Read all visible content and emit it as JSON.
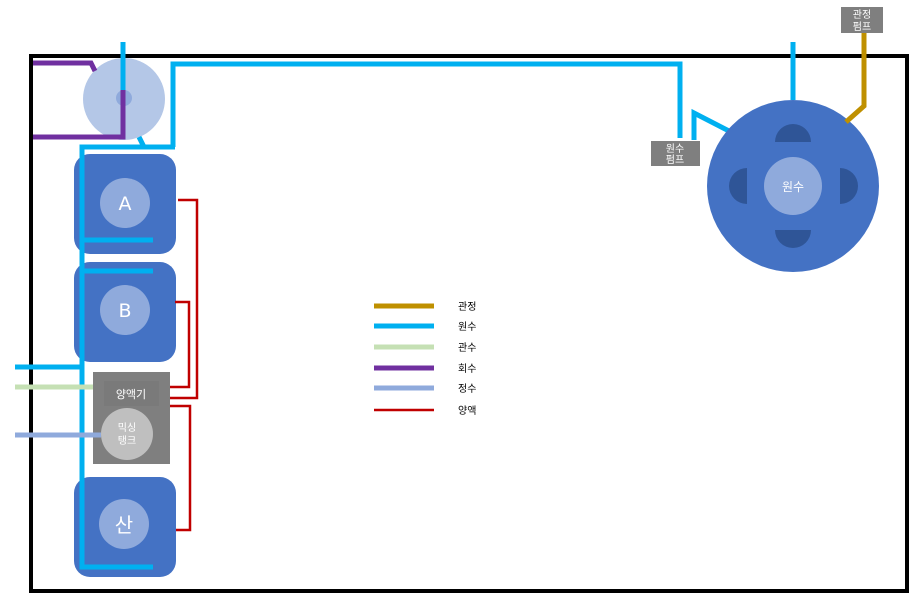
{
  "colors": {
    "gwanjeong": "#bf9000",
    "wonsu": "#00b0f0",
    "gwansu": "#c5e0b4",
    "hoesu": "#7030a0",
    "jeongsu": "#8faadc",
    "yangaek": "#c00000",
    "tank": "#4472c4",
    "tank_inner": "#8faadc"
  },
  "tanks": {
    "a": "A",
    "b": "B",
    "acid": "산"
  },
  "nutrient_unit": {
    "label": "양액기",
    "mixing_line1": "믹싱",
    "mixing_line2": "탱크"
  },
  "source_tank": {
    "label": "원수"
  },
  "pumps": {
    "wonsu_line1": "원수",
    "wonsu_line2": "펌프",
    "gwanjeong_line1": "관정",
    "gwanjeong_line2": "펌프"
  },
  "legend": [
    {
      "label": "관정",
      "color": "#bf9000"
    },
    {
      "label": "원수",
      "color": "#00b0f0"
    },
    {
      "label": "관수",
      "color": "#c5e0b4"
    },
    {
      "label": "회수",
      "color": "#7030a0"
    },
    {
      "label": "정수",
      "color": "#8faadc"
    },
    {
      "label": "양액",
      "color": "#c00000"
    }
  ]
}
